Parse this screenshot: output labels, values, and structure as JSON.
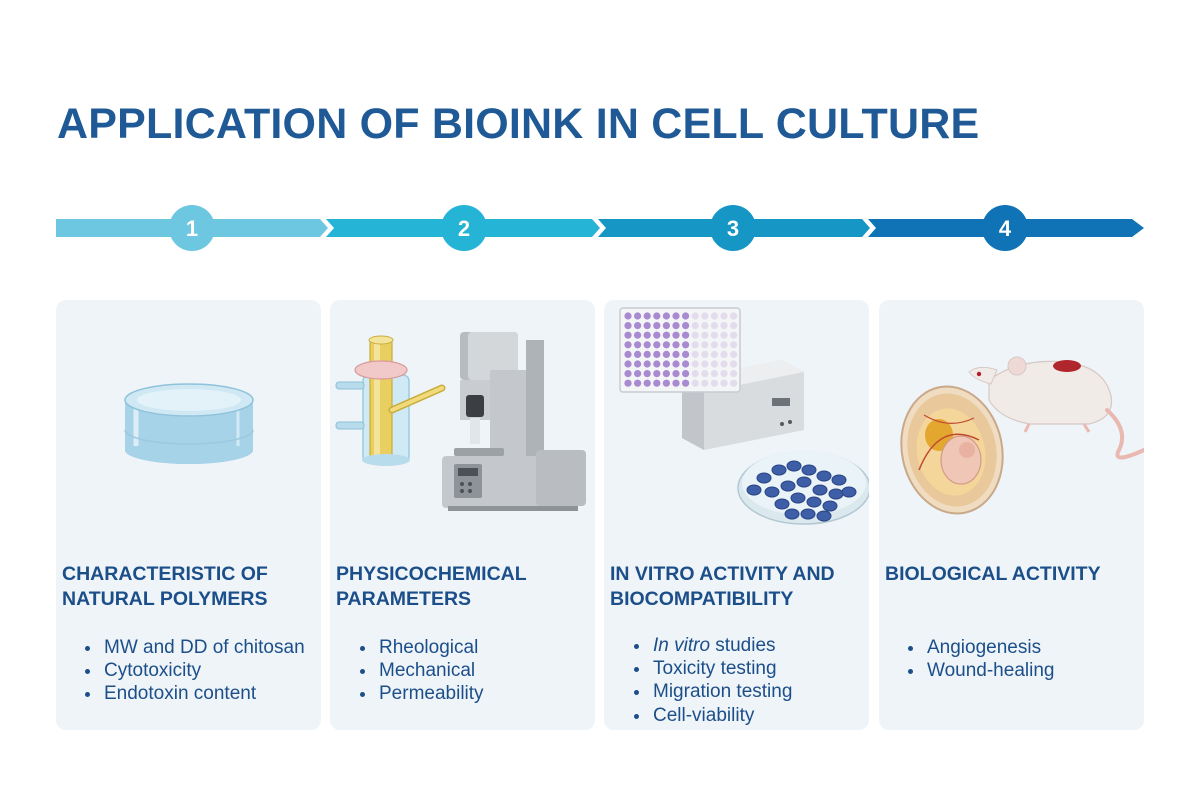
{
  "title": "APPLICATION OF BIOINK IN CELL CULTURE",
  "colors": {
    "title": "#1f5a96",
    "card_bg": "#eef4f8",
    "text": "#1c4f8a",
    "step1": "#6ec7e0",
    "step2": "#25b3d6",
    "step3": "#1596c5",
    "step4": "#0f73b6"
  },
  "steps": [
    {
      "number": "1",
      "color": "#6ec7e0"
    },
    {
      "number": "2",
      "color": "#25b3d6"
    },
    {
      "number": "3",
      "color": "#1596c5"
    },
    {
      "number": "4",
      "color": "#0f73b6"
    }
  ],
  "cards": [
    {
      "heading_line1": "CHARACTERISTIC OF",
      "heading_line2": "NATURAL POLYMERS",
      "items": [
        "MW and DD of chitosan",
        "Cytotoxicity",
        "Endotoxin content"
      ],
      "icon": "hydrogel-disc"
    },
    {
      "heading_line1": "PHYSICOCHEMICAL",
      "heading_line2": "PARAMETERS",
      "items": [
        "Rheological",
        "Mechanical",
        "Permeability"
      ],
      "icon": "rheometer-and-diffusion-cell"
    },
    {
      "heading_line1": "IN VITRO ACTIVITY AND",
      "heading_line2": "BIOCOMPATIBILITY",
      "item1_italic": "In vitro",
      "item1_rest": " studies",
      "items": [
        "Toxicity testing",
        "Migration testing",
        "Cell-viability"
      ],
      "icon": "well-plate-reader-petri-dish"
    },
    {
      "heading_line1": "BIOLOGICAL ACTIVITY",
      "items": [
        "Angiogenesis",
        "Wound-healing"
      ],
      "icon": "rat-and-egg-embryo"
    }
  ]
}
